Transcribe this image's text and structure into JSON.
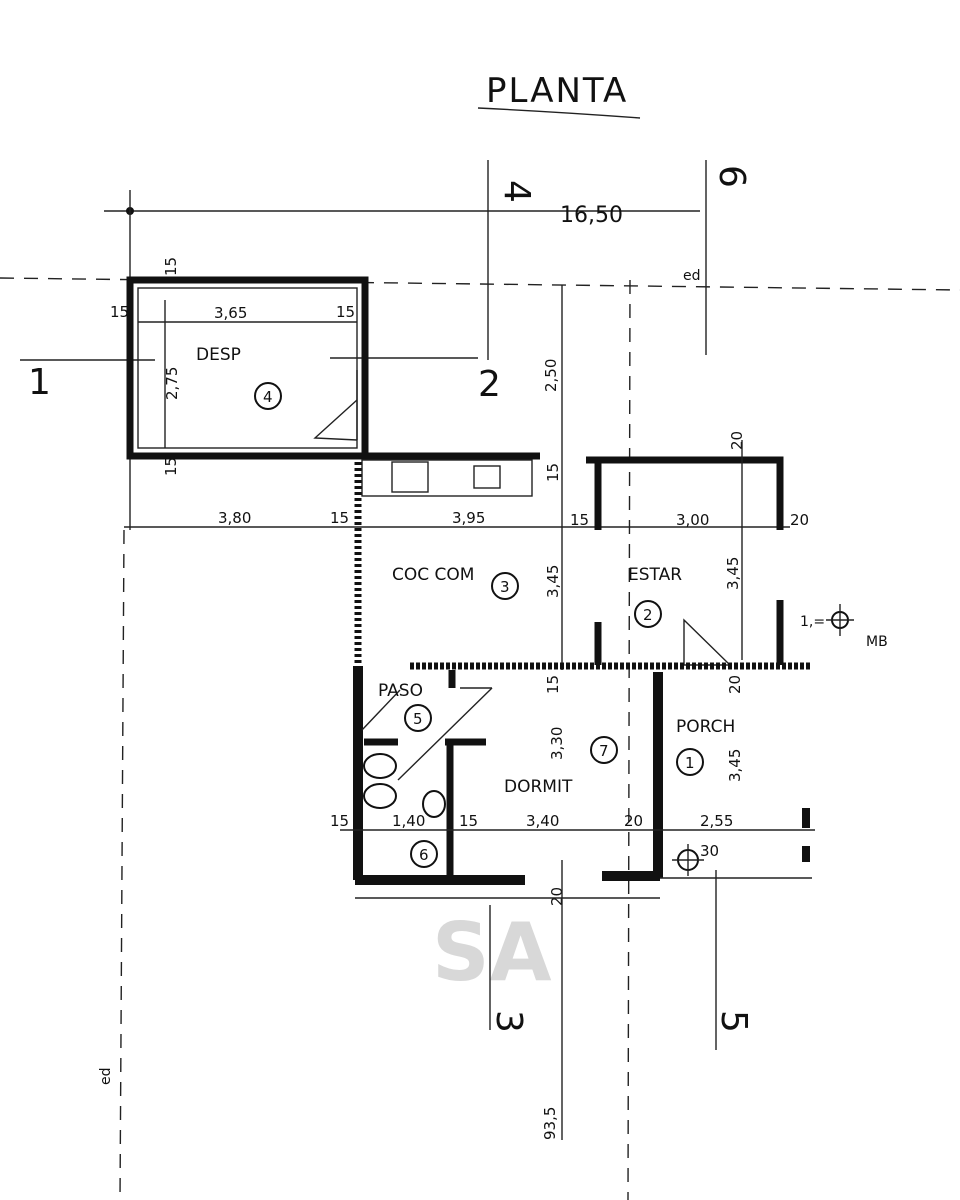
{
  "title": "PLANTA",
  "rooms": {
    "desp": {
      "name": "DESP",
      "num": "4"
    },
    "coc": {
      "name": "COC COM",
      "num": "3"
    },
    "estar": {
      "name": "ESTAR",
      "num": "2"
    },
    "paso": {
      "name": "PASO",
      "num": "5"
    },
    "dormit": {
      "name": "DORMIT",
      "num": "7"
    },
    "porch": {
      "name": "PORCH",
      "num": "1"
    },
    "bath": {
      "num": "6"
    }
  },
  "dims": {
    "total": "16,50",
    "d_365": "3,65",
    "d_275": "2,75",
    "d_250": "2,50",
    "d_380": "3,80",
    "d_395": "3,95",
    "d_300": "3,00",
    "d_345_coc": "3,45",
    "d_345_estar": "3,45",
    "d_345_porch": "3,45",
    "d_330": "3,30",
    "d_140": "1,40",
    "d_340": "3,40",
    "d_255": "2,55",
    "d_30": "30",
    "d_935": "93,5",
    "w15_a": "15",
    "w15_b": "15",
    "w15_c": "15",
    "w15_d": "15",
    "w15_e": "15",
    "w15_f": "15",
    "w15_g": "15",
    "w15_h": "15",
    "w15_i": "15",
    "w15_j": "15",
    "w20_a": "20",
    "w20_b": "20",
    "w20_c": "20",
    "w20_d": "20",
    "w20_e": "20"
  },
  "axes": {
    "a1": "1",
    "a2": "2",
    "a3": "3",
    "a4": "4",
    "a5": "5",
    "a6": "6"
  },
  "notes": {
    "ed_top": "ed",
    "ed_left": "ed",
    "meter": "1,=",
    "mb": "MB"
  },
  "watermark": "SA"
}
